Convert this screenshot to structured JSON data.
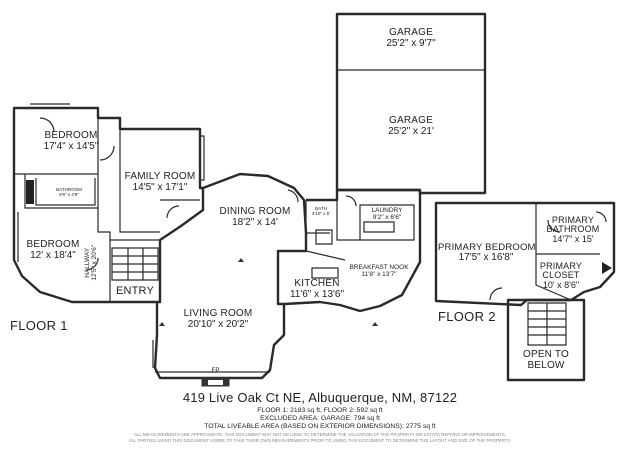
{
  "rooms": {
    "bedroom_top": {
      "name": "BEDROOM",
      "dims": "17'4\" x 14'5\""
    },
    "family_room": {
      "name": "FAMILY ROOM",
      "dims": "14'5\" x 17'1\""
    },
    "bathroom_small": {
      "name": "BATHROOM",
      "dims": "9'9\" x 4'9\""
    },
    "bedroom_left": {
      "name": "BEDROOM",
      "dims": "12' x 18'4\""
    },
    "hallway": {
      "name": "HALLWAY",
      "dims": "12'5\" x 20'6\""
    },
    "entry": {
      "name": "ENTRY"
    },
    "dining_room": {
      "name": "DINING ROOM",
      "dims": "18'2\" x 14'"
    },
    "living_room": {
      "name": "LIVING ROOM",
      "dims": "20'10\" x 20'2\""
    },
    "bath": {
      "name": "BATH",
      "dims": "4'10\" x 5'"
    },
    "laundry": {
      "name": "LAUNDRY",
      "dims": "9'2\" x 6'6\""
    },
    "breakfast_nook": {
      "name": "BREAKFAST NOOK",
      "dims": "11'8\" x 13'7\""
    },
    "kitchen": {
      "name": "KITCHEN",
      "dims": "11'6\" x 13'6\""
    },
    "garage_top": {
      "name": "GARAGE",
      "dims": "25'2\" x 9'7\""
    },
    "garage_main": {
      "name": "GARAGE",
      "dims": "25'2\" x 21'"
    },
    "primary_bedroom": {
      "name": "PRIMARY BEDROOM",
      "dims": "17'5\" x 16'8\""
    },
    "primary_bathroom": {
      "name": "PRIMARY",
      "name2": "BATHROOM",
      "dims": "14'7\" x 15'"
    },
    "primary_closet": {
      "name": "PRIMARY",
      "name2": "CLOSET",
      "dims": "10' x 8'6\""
    },
    "open_below": {
      "name": "OPEN TO",
      "name2": "BELOW"
    }
  },
  "fixtures": {
    "fireplace": "FP"
  },
  "floors": {
    "floor1": "FLOOR 1",
    "floor2": "FLOOR 2"
  },
  "footer": {
    "address": "419 Live Oak Ct NE, Albuquerque, NM, 87122",
    "areas": "FLOOR 1: 2183 sq ft, FLOOR 2: 592 sq ft",
    "excluded": "EXCLUDED AREA: GARAGE: 794 sq ft",
    "total": "TOTAL LIVEABLE AREA (BASED ON EXTERIOR DIMENSIONS): 2775 sq ft",
    "disclaimer1": "ALL MEASUREMENTS ARE APPROXIMATE. THIS DOCUMENT MAY NOT BE USED TO DETERMINE THE VALUATION OF THE PROPERTY OR ESTATE REPAIRS OR IMPROVEMENTS.",
    "disclaimer2": "ALL PARTIES USING THIS DOCUMENT AGREE TO TAKE THEIR OWN MEASUREMENTS PRIOR TO USING THIS DOCUMENT TO DETERMINE THE LAYOUT AND SIZE OF THE PROPERTY."
  }
}
